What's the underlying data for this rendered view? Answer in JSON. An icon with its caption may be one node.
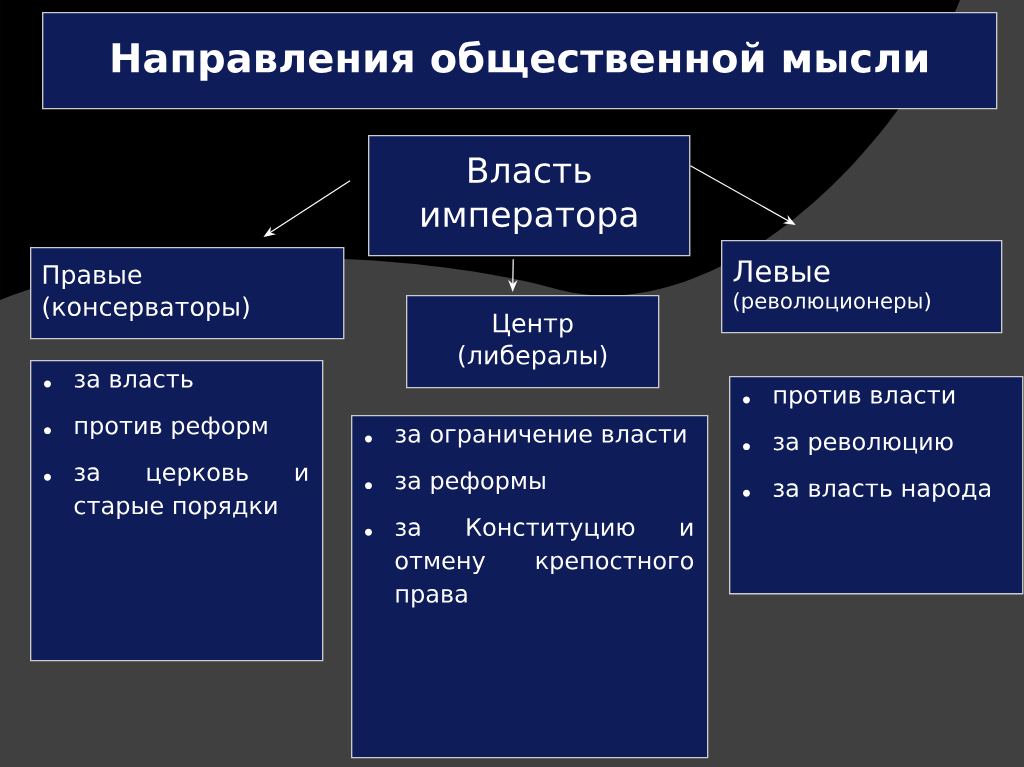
{
  "diagram": {
    "title": "Направления общественной мысли",
    "nodes": [
      {
        "text": [
          "Власть императора"
        ]
      },
      {
        "text": [
          "Правые (консерваторы)"
        ]
      },
      {
        "text": [
          "Центр (либералы)"
        ]
      },
      {
        "text": [
          "Левые",
          "(революционеры)"
        ]
      },
      {
        "text": [
          "за власть",
          "против реформ",
          "за церковь и старые порядки"
        ]
      },
      {
        "text": [
          "за ограничение власти",
          "за реформы",
          "за Конституцию и отмену крепостного права"
        ]
      },
      {
        "text": [
          "против власти",
          "за революцию",
          "за власть народа"
        ]
      }
    ],
    "edges": [
      {
        "from": 0,
        "to": 1,
        "arrow": "to"
      },
      {
        "from": 0,
        "to": 2,
        "arrow": "to"
      },
      {
        "from": 0,
        "to": 3,
        "arrow": "to"
      }
    ]
  }
}
